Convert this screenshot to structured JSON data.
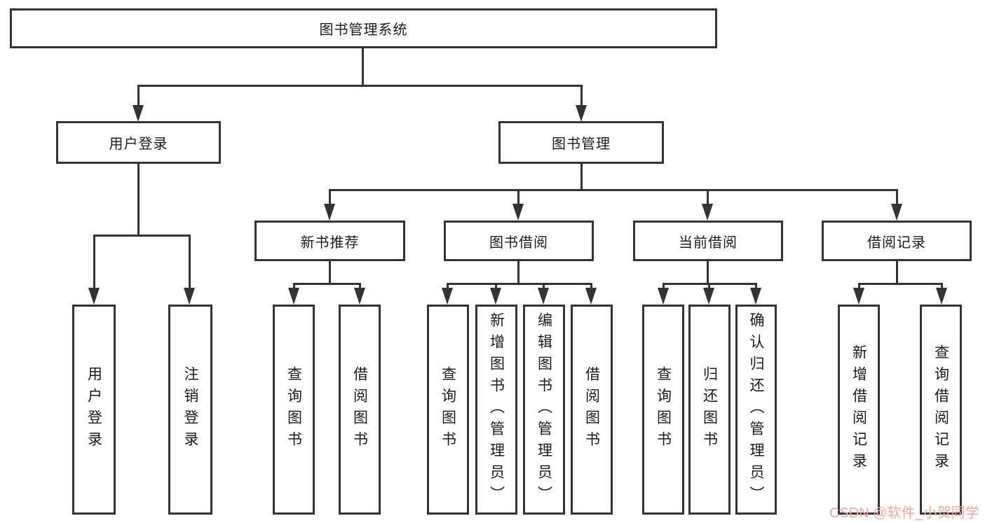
{
  "tree": {
    "label": "图书管理系统",
    "children": [
      {
        "label": "用户登录",
        "children": [
          {
            "label": "用户登录"
          },
          {
            "label": "注销登录"
          }
        ]
      },
      {
        "label": "图书管理",
        "children": [
          {
            "label": "新书推荐",
            "children": [
              {
                "label": "查询图书"
              },
              {
                "label": "借阅图书"
              }
            ]
          },
          {
            "label": "图书借阅",
            "children": [
              {
                "label": "查询图书"
              },
              {
                "label": "新增图书（管理员）"
              },
              {
                "label": "编辑图书（管理员）"
              },
              {
                "label": "借阅图书"
              }
            ]
          },
          {
            "label": "当前借阅",
            "children": [
              {
                "label": "查询图书"
              },
              {
                "label": "归还图书"
              },
              {
                "label": "确认归还（管理员）"
              }
            ]
          },
          {
            "label": "借阅记录",
            "children": [
              {
                "label": "新增借阅记录"
              },
              {
                "label": "查询借阅记录"
              }
            ]
          }
        ]
      }
    ]
  },
  "watermark": {
    "text": "CSDN @软件_小贺同学",
    "color": "#f0a6a2"
  },
  "colors": {
    "line": "#333333",
    "box_border": "#333333",
    "text": "#1b1b1b",
    "background": "#ffffff"
  }
}
